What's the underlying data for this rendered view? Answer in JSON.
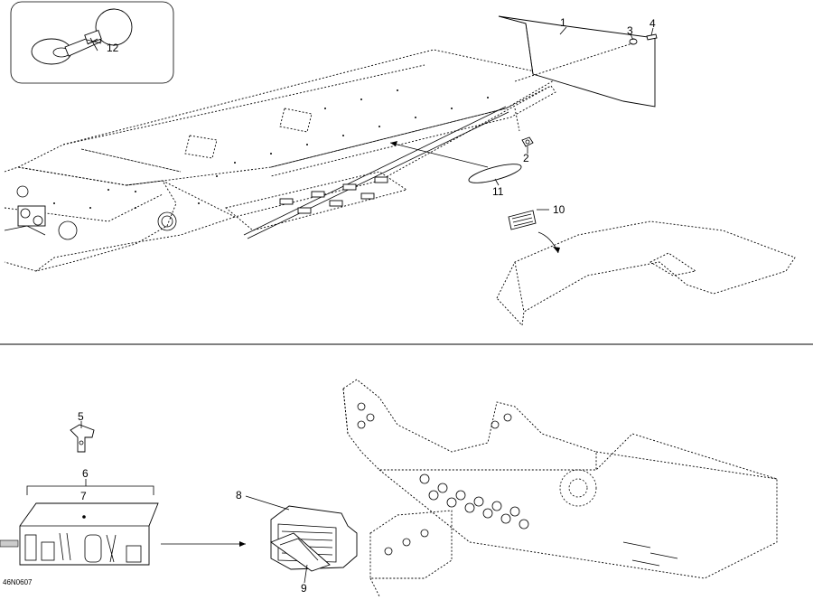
{
  "diagram": {
    "drawing_code": "46N0607",
    "callouts": [
      "1",
      "2",
      "3",
      "4",
      "5",
      "6",
      "7",
      "8",
      "9",
      "10",
      "11",
      "12"
    ]
  },
  "icons": {
    "horn": "horn-icon",
    "tool_kit": "tool-kit-icon",
    "regulator": "regulator-icon",
    "reflector": "reflector-icon",
    "mud_flap": "mud-flap-icon",
    "decal": "decal-icon"
  }
}
